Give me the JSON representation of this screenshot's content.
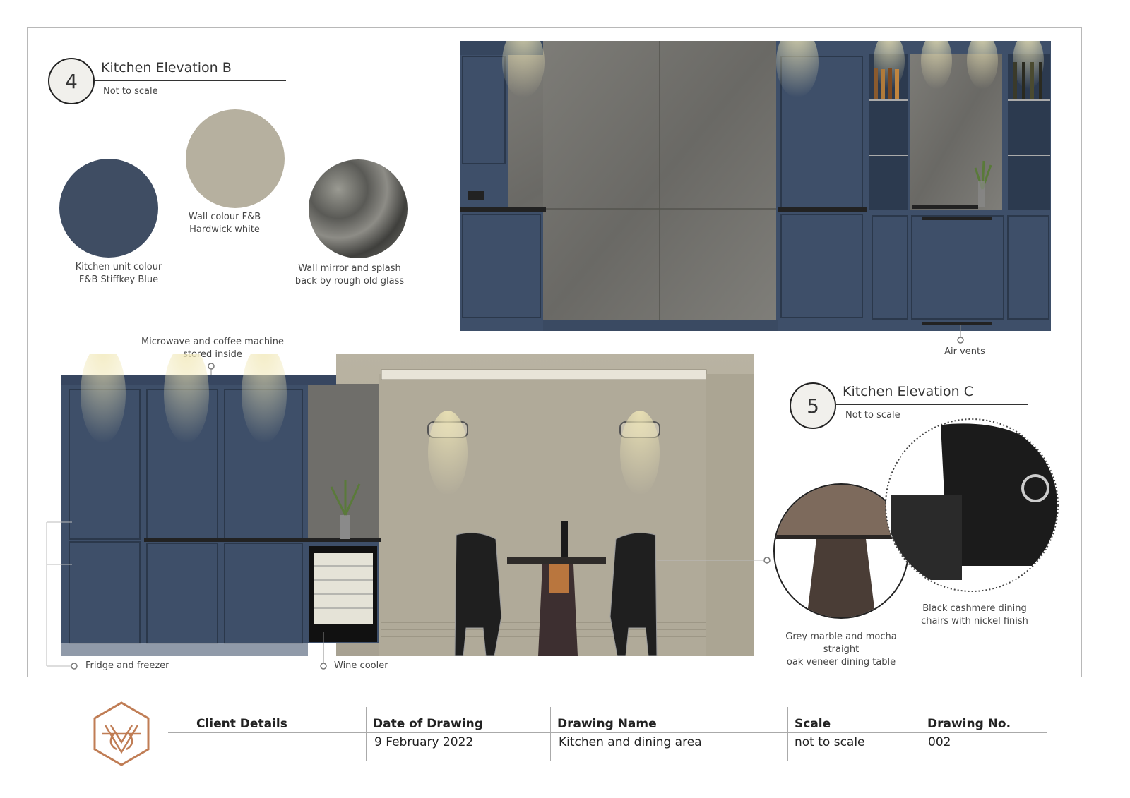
{
  "elevation_b": {
    "number": "4",
    "title": "Kitchen Elevation B",
    "subtitle": "Not to scale"
  },
  "elevation_c": {
    "number": "5",
    "title": "Kitchen Elevation C",
    "subtitle": "Not to scale"
  },
  "swatches": [
    {
      "caption": "Kitchen unit colour\nF&B Stiffkey Blue",
      "color": "#3f4d63"
    },
    {
      "caption": "Wall colour F&B\nHardwick white",
      "color": "#b6b09f"
    },
    {
      "caption": "Wall mirror and splash\nback by rough old glass",
      "color": "#6a6a66"
    }
  ],
  "annotations": {
    "microwave": "Microwave and coffee machine\nstored inside",
    "air_vents": "Air vents",
    "fridge": "Fridge and freezer",
    "wine_cooler": "Wine cooler",
    "table": "Grey marble and mocha straight\noak veneer dining table",
    "chairs": "Black cashmere dining\nchairs with nickel finish"
  },
  "colors": {
    "cabinet": "#3e4f69",
    "wall": "#b6b09f",
    "mirror": "#6f6e6a",
    "logo": "#c07d55"
  },
  "title_block": {
    "client_label": "Client Details",
    "client_value": "",
    "date_label": "Date of Drawing",
    "date_value": "9 February 2022",
    "name_label": "Drawing Name",
    "name_value": "Kitchen and dining area",
    "scale_label": "Scale",
    "scale_value": "not to scale",
    "number_label": "Drawing No.",
    "number_value": "002"
  }
}
